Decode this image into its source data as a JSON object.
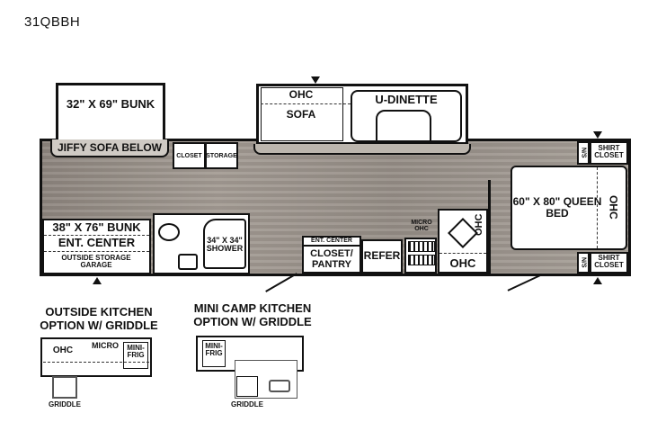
{
  "model": "31QBBH",
  "floorplan": {
    "bunk_top": "32\" X 69\" BUNK",
    "jiffy_sofa": "JIFFY SOFA BELOW",
    "closet": "CLOSET",
    "storage": "STORAGE",
    "bunk_bottom": "38\" X 76\" BUNK",
    "ent_center_left": "ENT. CENTER",
    "outside_storage": "OUTSIDE STORAGE GARAGE",
    "shower": "34\" X 34\" SHOWER",
    "ohc_sofa_top": "OHC",
    "sofa": "SOFA",
    "u_dinette": "U-DINETTE",
    "ent_center_kitchen": "ENT. CENTER",
    "closet_pantry": "CLOSET/ PANTRY",
    "refer": "REFER",
    "micro_ohc": "MICRO OHC",
    "ohc_kitchen": "OHC",
    "ohc_kitchen_side": "OHC",
    "queen_bed": "60\" X 80\" QUEEN BED",
    "ohc_bedroom": "OHC",
    "ns": "N/S",
    "shirt_closet": "SHIRT CLOSET"
  },
  "options": [
    {
      "title": "OUTSIDE KITCHEN OPTION W/ GRIDDLE",
      "ohc": "OHC",
      "micro": "MICRO",
      "mini_frig": "MINI- FRIG",
      "griddle": "GRIDDLE"
    },
    {
      "title": "MINI CAMP KITCHEN OPTION W/ GRIDDLE",
      "mini_frig": "MINI- FRIG",
      "griddle": "GRIDDLE"
    }
  ]
}
